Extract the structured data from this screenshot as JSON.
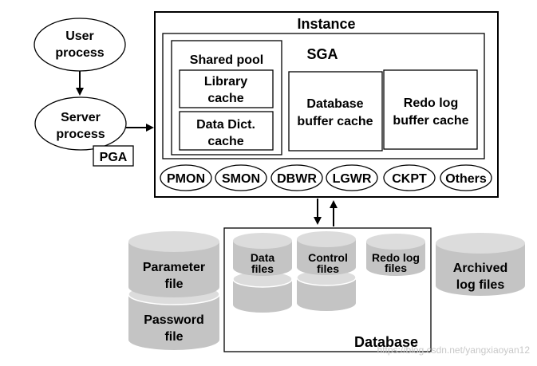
{
  "user_process": [
    "User",
    "process"
  ],
  "server_process": [
    "Server",
    "process"
  ],
  "pga": "PGA",
  "instance": {
    "title": "Instance",
    "sga": {
      "title": "SGA",
      "shared_pool": "Shared pool",
      "library_cache": [
        "Library",
        "cache"
      ],
      "data_dict_cache": [
        "Data Dict.",
        "cache"
      ],
      "db_buffer_cache": [
        "Database",
        "buffer cache"
      ],
      "redo_log_buffer": [
        "Redo log",
        "buffer cache"
      ]
    },
    "background_processes": [
      "PMON",
      "SMON",
      "DBWR",
      "LGWR",
      "CKPT",
      "Others"
    ]
  },
  "database": {
    "title": "Database",
    "data_files": [
      "Data",
      "files"
    ],
    "control_files": [
      "Control",
      "files"
    ],
    "redo_log_files": [
      "Redo log",
      "files"
    ]
  },
  "parameter_file": [
    "Parameter",
    "file"
  ],
  "password_file": [
    "Password",
    "file"
  ],
  "archived_log_files": [
    "Archived",
    "log files"
  ],
  "watermark": "https://blog.csdn.net/yangxiaoyan12",
  "colors": {
    "cylinder_fill": "#c4c4c4",
    "cylinder_top": "#dcdcdc",
    "outline": "#000000"
  }
}
